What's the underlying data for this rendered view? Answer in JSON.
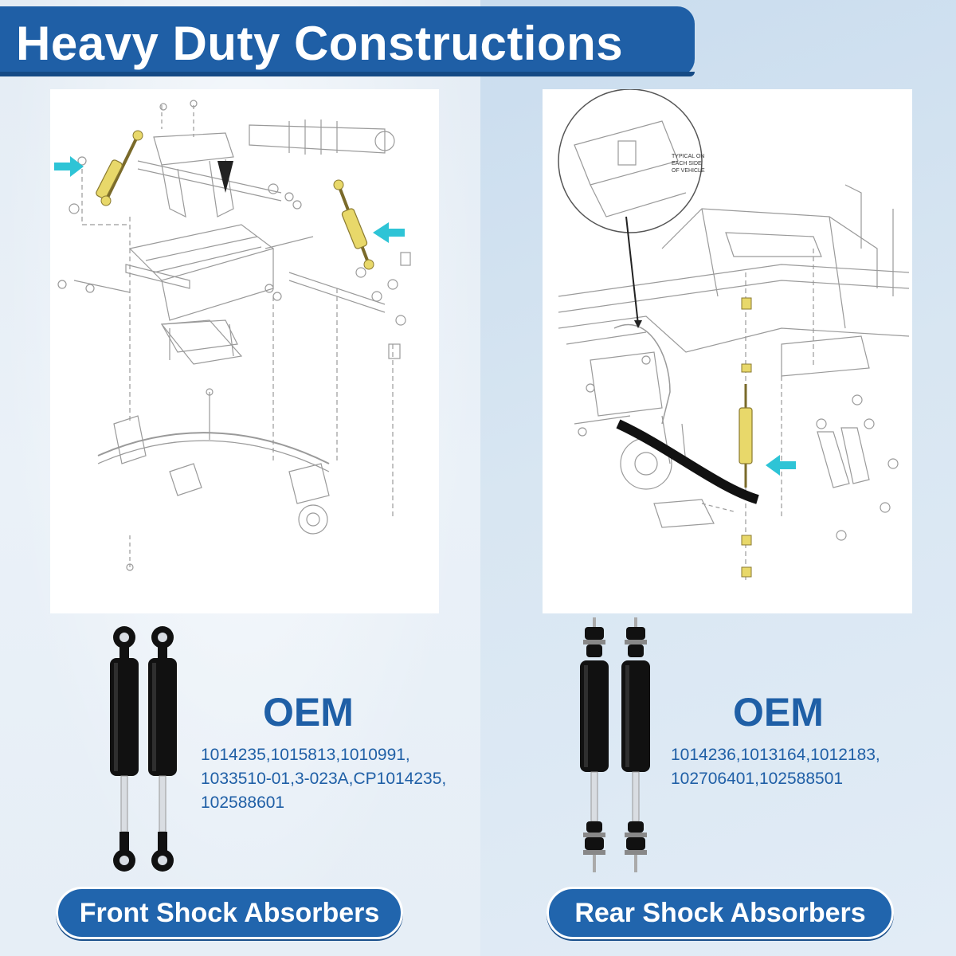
{
  "header": {
    "title": "Heavy Duty Constructions"
  },
  "front": {
    "diagram_label": "",
    "oem_title": "OEM",
    "oem_numbers": [
      "1014235,1015813,1010991,",
      "1033510-01,3-023A,CP1014235,",
      "102588601"
    ],
    "button_label": "Front Shock Absorbers"
  },
  "rear": {
    "inset_note": [
      "TYPICAL ON",
      "EACH SIDE",
      "OF VEHICLE"
    ],
    "oem_title": "OEM",
    "oem_numbers": [
      "1014236,1013164,1012183,",
      "102706401,102588501"
    ],
    "button_label": "Rear Shock Absorbers"
  },
  "colors": {
    "brand_blue": "#1f5fa6",
    "highlight_yellow": "#e8d86a",
    "arrow_cyan": "#2ec4d6",
    "shock_black": "#111111"
  }
}
